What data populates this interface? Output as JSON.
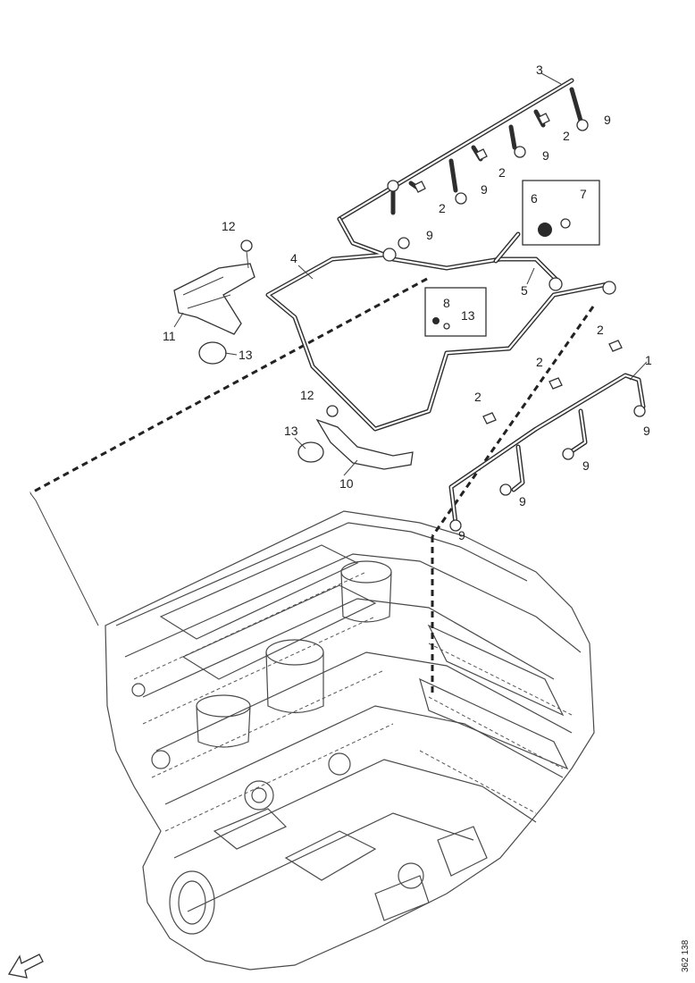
{
  "labels": {
    "l1": "1",
    "l2": "2",
    "l3": "3",
    "l4": "4",
    "l5": "5",
    "l6": "6",
    "l7": "7",
    "l8": "8",
    "l9": "9",
    "l10": "10",
    "l11": "11",
    "l12": "12",
    "l13": "13"
  },
  "reference_code": "362 138"
}
